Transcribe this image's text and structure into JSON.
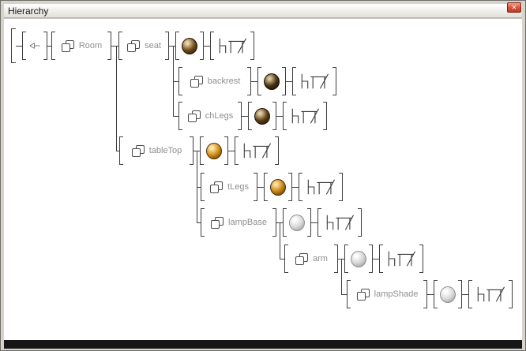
{
  "window": {
    "title": "Hierarchy",
    "close_glyph": "✕"
  },
  "icons": {
    "node_icon": "objects-stack-icon",
    "material_icon": "material-sphere-icon",
    "object_icon": "table-chair-icon",
    "root_icon": "root-arrow-icon"
  },
  "hierarchy": {
    "nodes": [
      {
        "label": "Room"
      },
      {
        "label": "seat",
        "material": {
          "hi": "#ecd6ab",
          "mid": "#6e4a1a",
          "edge": "#211305"
        }
      },
      {
        "label": "backrest",
        "material": {
          "hi": "#d9c7a1",
          "mid": "#46300e",
          "edge": "#150d03"
        }
      },
      {
        "label": "chLegs",
        "material": {
          "hi": "#e2d1a8",
          "mid": "#5c3d12",
          "edge": "#1b1004"
        }
      },
      {
        "label": "tableTop",
        "material": {
          "hi": "#ffe9b0",
          "mid": "#d18a14",
          "edge": "#4a2f06"
        }
      },
      {
        "label": "tLegs",
        "material": {
          "hi": "#ffe2a0",
          "mid": "#c5820f",
          "edge": "#42290a"
        }
      },
      {
        "label": "lampBase",
        "material": {
          "hi": "#ffffff",
          "mid": "#d8d8d8",
          "edge": "#8f8f8f"
        }
      },
      {
        "label": "arm",
        "material": {
          "hi": "#ffffff",
          "mid": "#d4d4d4",
          "edge": "#8f8f8f"
        }
      },
      {
        "label": "lampShade",
        "material": {
          "hi": "#ffffff",
          "mid": "#dadada",
          "edge": "#909090"
        }
      }
    ]
  }
}
